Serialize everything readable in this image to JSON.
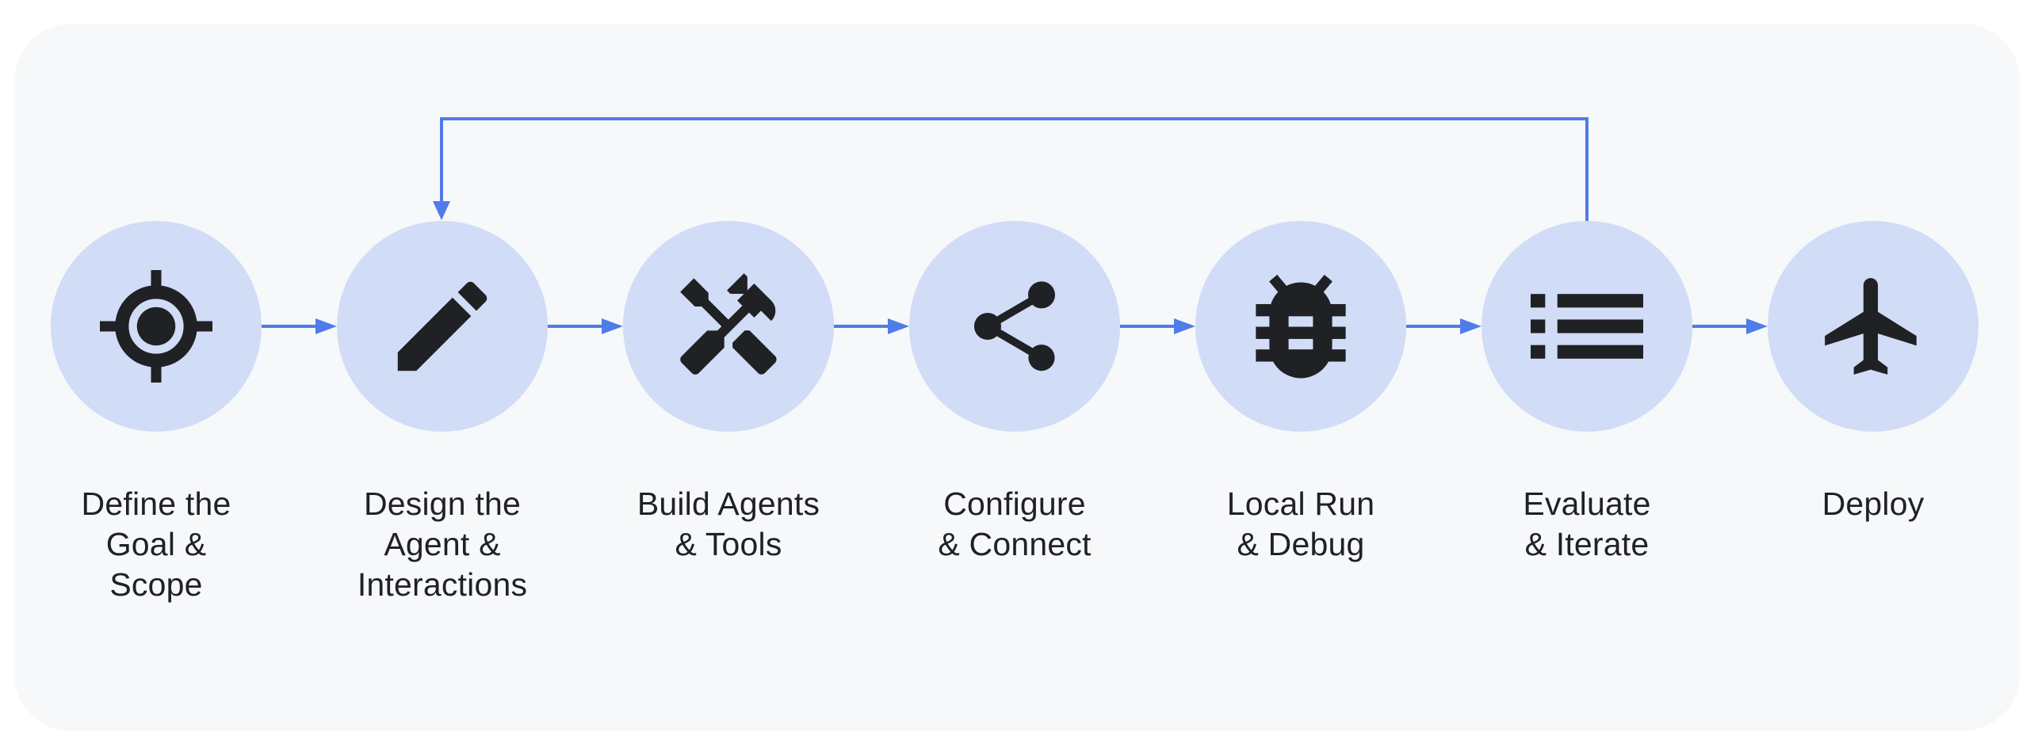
{
  "theme": {
    "accent": "#4F7CE8",
    "circle-fill": "#D1DCF7",
    "icon": "#202124",
    "text": "#1F2124",
    "card-bg": "#F6F8FA",
    "page-bg": "#FFFFFF"
  },
  "steps": [
    {
      "id": "define-goal-scope",
      "label": "Define the Goal & Scope",
      "label_lines": [
        "Define the",
        "Goal &",
        "Scope"
      ],
      "icon": "target-icon"
    },
    {
      "id": "design-agent-interactions",
      "label": "Design the Agent & Interactions",
      "label_lines": [
        "Design the",
        "Agent &",
        "Interactions"
      ],
      "icon": "pencil-icon"
    },
    {
      "id": "build-agents-tools",
      "label": "Build Agents & Tools",
      "label_lines": [
        "Build Agents",
        "& Tools"
      ],
      "icon": "tools-icon"
    },
    {
      "id": "configure-connect",
      "label": "Configure & Connect",
      "label_lines": [
        "Configure",
        "& Connect"
      ],
      "icon": "share-icon"
    },
    {
      "id": "local-run-debug",
      "label": "Local Run & Debug",
      "label_lines": [
        "Local Run",
        "& Debug"
      ],
      "icon": "bug-icon"
    },
    {
      "id": "evaluate-iterate",
      "label": "Evaluate & Iterate",
      "label_lines": [
        "Evaluate",
        "& Iterate"
      ],
      "icon": "list-icon"
    },
    {
      "id": "deploy",
      "label": "Deploy",
      "label_lines": [
        "Deploy"
      ],
      "icon": "airplane-icon"
    }
  ],
  "connections": {
    "forward": [
      [
        "define-goal-scope",
        "design-agent-interactions"
      ],
      [
        "design-agent-interactions",
        "build-agents-tools"
      ],
      [
        "build-agents-tools",
        "configure-connect"
      ],
      [
        "configure-connect",
        "local-run-debug"
      ],
      [
        "local-run-debug",
        "evaluate-iterate"
      ],
      [
        "evaluate-iterate",
        "deploy"
      ]
    ],
    "feedback": {
      "from": "evaluate-iterate",
      "to": "design-agent-interactions"
    }
  }
}
